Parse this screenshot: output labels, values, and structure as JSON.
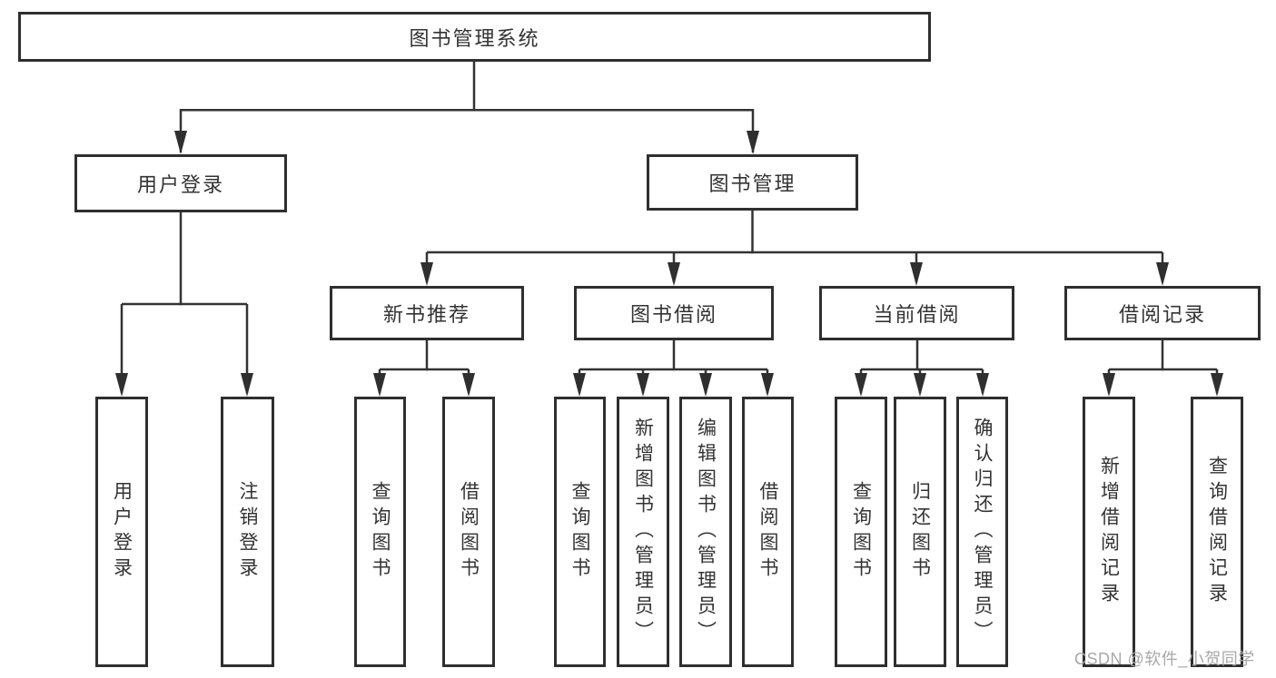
{
  "colors": {
    "background": "#ffffff",
    "box_border": "#2f2f2f",
    "line": "#333333",
    "text": "#333333",
    "watermark": "#a8a8a8"
  },
  "diagram": {
    "root": "图书管理系统",
    "level2": [
      "用户登录",
      "图书管理"
    ],
    "level3": [
      "新书推荐",
      "图书借阅",
      "当前借阅",
      "借阅记录"
    ],
    "branches": {
      "user_login": [
        "用户登录",
        "注销登录"
      ],
      "new_book": [
        "查询图书",
        "借阅图书"
      ],
      "book_borrow": [
        "查询图书",
        "新增图书（管理员）",
        "编辑图书（管理员）",
        "借阅图书"
      ],
      "current_borrow": [
        "查询图书",
        "归还图书",
        "确认归还（管理员）"
      ],
      "borrow_record": [
        "新增借阅记录",
        "查询借阅记录"
      ]
    }
  },
  "watermark": {
    "text": "CSDN @软件_小贺同学"
  }
}
